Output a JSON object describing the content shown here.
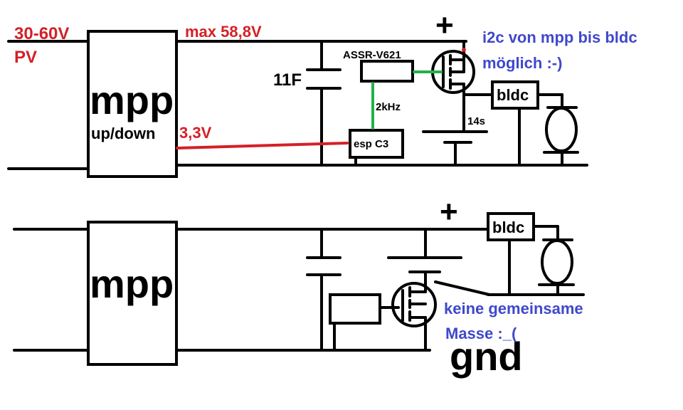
{
  "top_circuit": {
    "pv_voltage_label": "30-60V",
    "pv_label": "PV",
    "mpp_label": "mpp",
    "mpp_sub_label": "up/down",
    "max_voltage_label": "max 58,8V",
    "logic_voltage_label": "3,3V",
    "capacitor_label": "11F",
    "relay_label": "ASSR-V621",
    "pwm_label": "2kHz",
    "controller_label": "esp C3",
    "battery_label": "14s",
    "motor_driver_label": "bldc",
    "plus_label": "+",
    "note_line1": "i2c von mpp bis bldc",
    "note_line2": "möglich :-)"
  },
  "bottom_circuit": {
    "mpp_label": "mpp",
    "motor_driver_label": "bldc",
    "plus_label": "+",
    "gnd_label": "gnd",
    "note_line1": "keine gemeinsame",
    "note_line2": "Masse :_("
  },
  "colors": {
    "wire": "#000000",
    "power_wire": "#d42026",
    "signal_wire": "#22b14c",
    "annotation": "#3f48cc"
  }
}
